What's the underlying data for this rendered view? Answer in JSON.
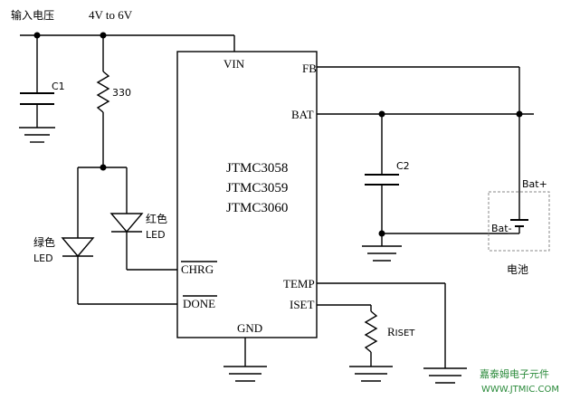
{
  "title": {
    "input_label": "输入电压",
    "input_range": "4V to 6V"
  },
  "ic": {
    "part_numbers": [
      "JTMC3058",
      "JTMC3059",
      "JTMC3060"
    ],
    "pins": {
      "vin": "VIN",
      "fb": "FB",
      "bat": "BAT",
      "chrg": "CHRG",
      "done": "DONE",
      "temp": "TEMP",
      "iset": "ISET",
      "gnd": "GND"
    }
  },
  "components": {
    "c1": "C1",
    "c2": "C2",
    "resistor": "330",
    "red_led": {
      "line1": "红色",
      "line2": "LED"
    },
    "green_led": {
      "line1": "绿色",
      "line2": "LED"
    },
    "riset": {
      "main": "R",
      "sub": "ISET"
    }
  },
  "battery": {
    "plus": "Bat+",
    "minus": "Bat-",
    "label": "电池"
  },
  "watermark": {
    "line1": "嘉泰姆电子元件",
    "line2": "WWW.JTMIC.COM"
  },
  "colors": {
    "wire": "#000000",
    "watermark": "#2a8a3a",
    "battery_box": "#888888"
  }
}
